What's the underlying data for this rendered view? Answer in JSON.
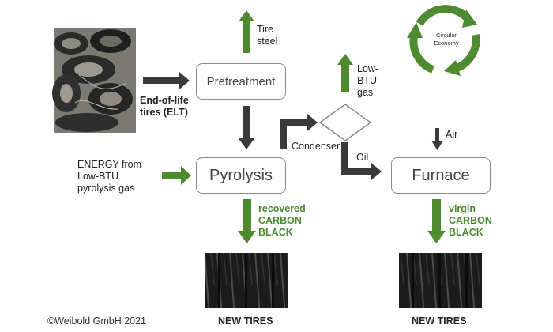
{
  "boxes": {
    "pretreatment": "Pretreatment",
    "pyrolysis": "Pyrolysis",
    "furnace": "Furnace"
  },
  "labels": {
    "tire_steel_1": "Tire",
    "tire_steel_2": "steel",
    "elt_1": "End-of-life",
    "elt_2": "tires (ELT)",
    "lowbtu_1": "Low-",
    "lowbtu_2": "BTU",
    "lowbtu_3": "gas",
    "condenser": "Condenser",
    "oil": "Oil",
    "air": "Air",
    "energy_1": "ENERGY from",
    "energy_2": "Low-BTU",
    "energy_3": "pyrolysis gas",
    "rcb_1": "recovered",
    "rcb_2": "CARBON",
    "rcb_3": "BLACK",
    "vcb_1": "virgin",
    "vcb_2": "CARBON",
    "vcb_3": "BLACK",
    "new_tires_left": "NEW TIRES",
    "new_tires_right": "NEW TIRES",
    "copyright": "©Weibold GmbH 2021"
  },
  "circular_economy": {
    "line1": "Circular",
    "line2": "Economy"
  },
  "colors": {
    "green": "#4e8a2f",
    "dark": "#3a3a3a",
    "box_border": "#8a8a8a",
    "copyright": "#333333"
  },
  "icons": [
    "circular-arrows-icon",
    "tire-pile-photo",
    "tire-tread-photo"
  ]
}
